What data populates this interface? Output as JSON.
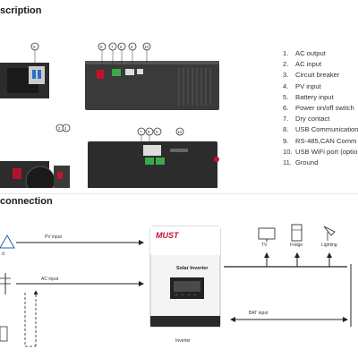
{
  "sections": {
    "description_title": "scription",
    "connection_title": "connection"
  },
  "legend": [
    {
      "num": "1.",
      "label": "AC output"
    },
    {
      "num": "2.",
      "label": "AC input"
    },
    {
      "num": "3.",
      "label": "Circuit breaker"
    },
    {
      "num": "4.",
      "label": "PV input"
    },
    {
      "num": "5.",
      "label": "Battery input"
    },
    {
      "num": "6.",
      "label": "Power on/off switch"
    },
    {
      "num": "7.",
      "label": "Dry contact"
    },
    {
      "num": "8.",
      "label": "USB Communication"
    },
    {
      "num": "9.",
      "label": "RS-485,CAN Comm"
    },
    {
      "num": "10.",
      "label": "USB WiFi port (optio"
    },
    {
      "num": "11.",
      "label": "Ground"
    }
  ],
  "callouts_top": [
    "5",
    "6",
    "7",
    "8",
    "9",
    "10"
  ],
  "callouts_bottom": [
    "2",
    "4",
    "7",
    "8",
    "9",
    "10"
  ],
  "connection": {
    "pv_input": "PV input",
    "ac_input": "AC input",
    "bat_input": "BAT input",
    "inverter_label": "Inverter",
    "brand": "MUST",
    "product": "Solar Inverter",
    "loads": [
      {
        "label": "TV",
        "icon": "tv-icon"
      },
      {
        "label": "Fridge",
        "icon": "fridge-icon"
      },
      {
        "label": "Lighting",
        "icon": "lamp-icon"
      }
    ],
    "left_stub": "d"
  },
  "colors": {
    "accent": "#c8102e",
    "device": "#333333",
    "line": "#222222"
  }
}
